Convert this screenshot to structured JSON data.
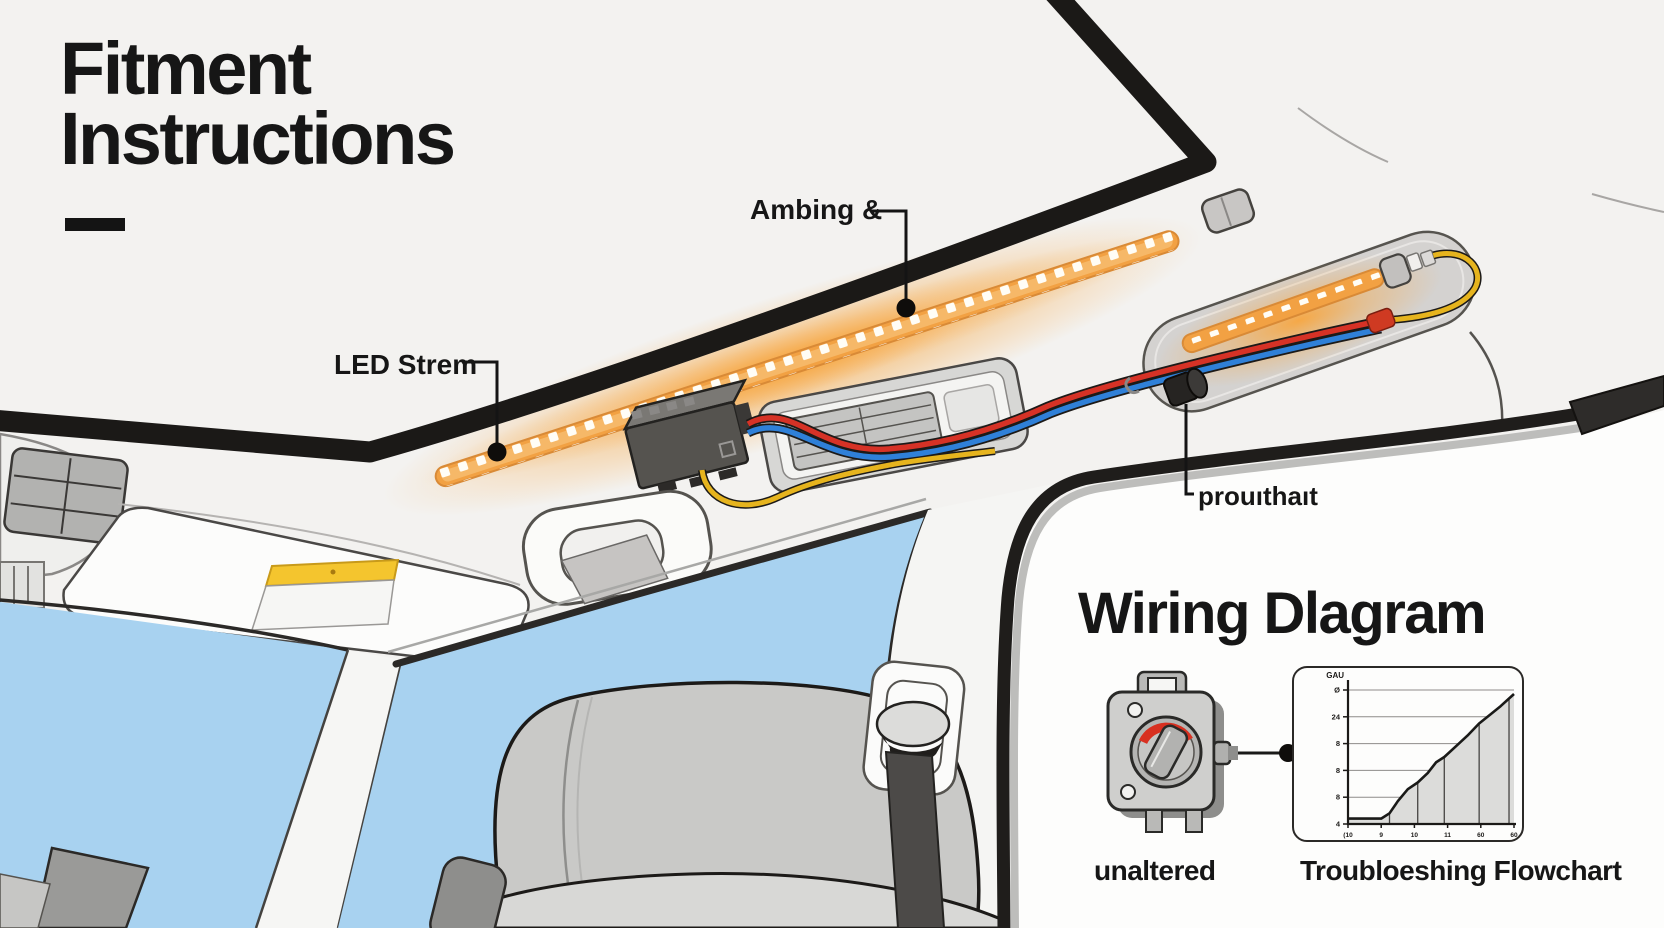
{
  "page": {
    "title_line1": "Fitment",
    "title_line2": "Instructions"
  },
  "callouts": {
    "ambient_label": "Ambing &",
    "led_strip_label": "LED Strem",
    "grommet_label": "prouıthaıt"
  },
  "wiring_panel": {
    "title": "Wiring Dlagram",
    "switch_caption": "unaltered",
    "chart_caption": "Troubloeshing Flowchart"
  },
  "chart_data": {
    "type": "area",
    "title": "GAU",
    "x_tick_labels": [
      "(10",
      "9",
      "10",
      "11",
      "60",
      "60"
    ],
    "y_tick_labels": [
      "Ø",
      "24",
      "8",
      "8",
      "8",
      "4"
    ],
    "points": [
      [
        0,
        0.04
      ],
      [
        0.2,
        0.04
      ],
      [
        0.25,
        0.08
      ],
      [
        0.3,
        0.17
      ],
      [
        0.36,
        0.26
      ],
      [
        0.42,
        0.31
      ],
      [
        0.48,
        0.38
      ],
      [
        0.53,
        0.46
      ],
      [
        0.58,
        0.5
      ],
      [
        0.65,
        0.58
      ],
      [
        0.72,
        0.66
      ],
      [
        0.79,
        0.75
      ],
      [
        0.85,
        0.81
      ],
      [
        0.92,
        0.88
      ],
      [
        1,
        0.97
      ]
    ],
    "drop_lines_x": [
      0.25,
      0.42,
      0.58,
      0.79,
      0.97
    ],
    "gridlines": 5,
    "grid": true,
    "legend": "none",
    "fill_color": "#dcdcda",
    "line_color": "#1a1a18",
    "axis_color": "#1b1917"
  },
  "colors": {
    "ink": "#161616",
    "led_orange": "#f2a143",
    "glow_orange": "#f7a640",
    "wire_red": "#d63226",
    "wire_blue": "#2f80d8",
    "wire_yellow": "#e6b41e",
    "glass_blue": "#a8d2f0",
    "sticker_yellow": "#f4c52e",
    "trim_black": "#1b1917",
    "panel_white": "#fdfdfc"
  }
}
